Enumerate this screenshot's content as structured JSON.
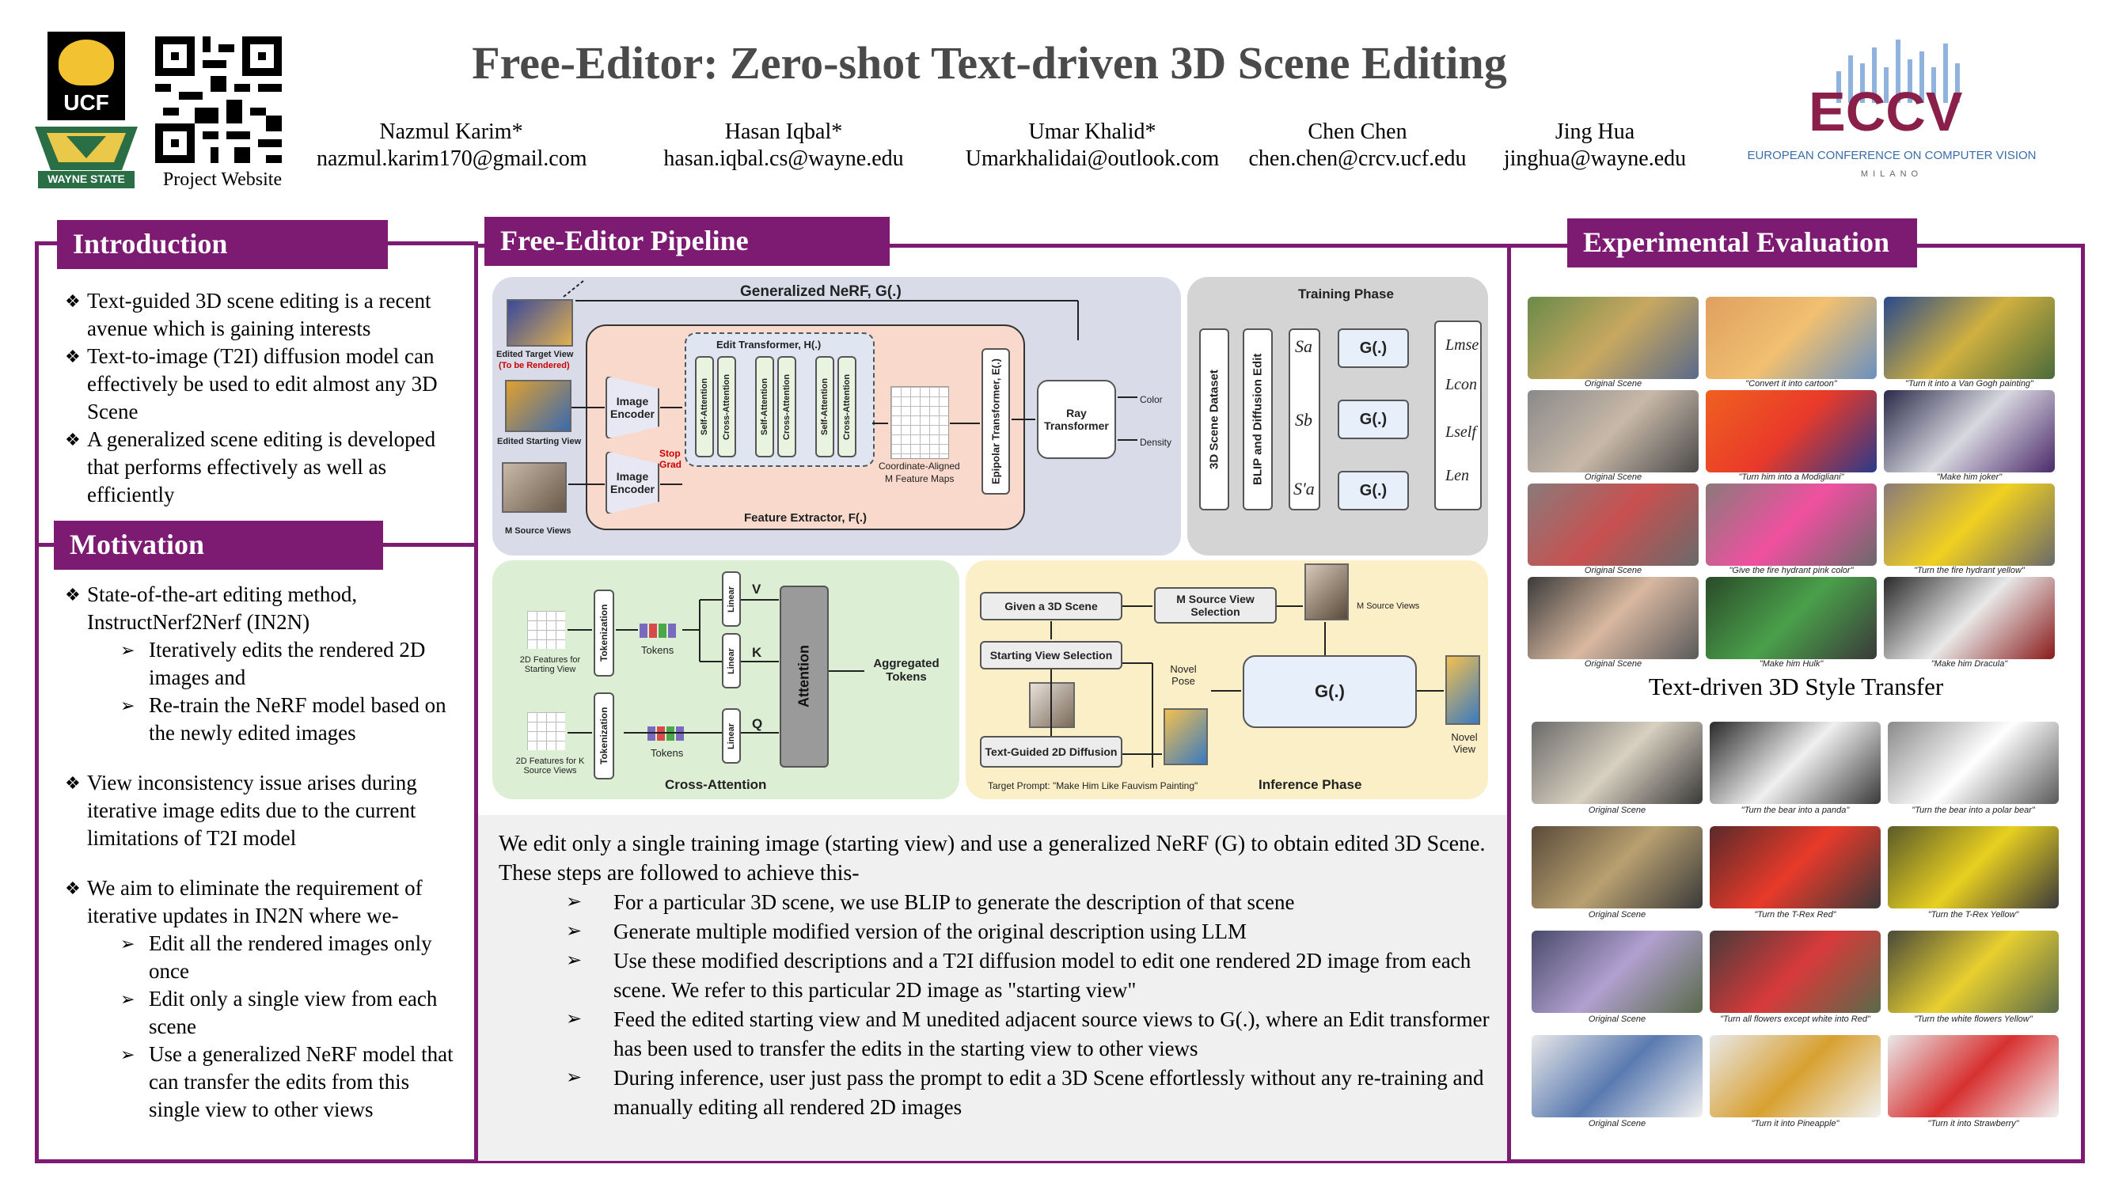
{
  "header": {
    "title": "Free-Editor: Zero-shot Text-driven 3D Scene Editing",
    "ucf_label": "UCF",
    "wayne_label": "WAYNE STATE",
    "qr_caption": "Project Website",
    "eccv_logo": "ECCV",
    "eccv_subtitle": "EUROPEAN CONFERENCE ON COMPUTER VISION",
    "eccv_city": "MILANO",
    "authors": [
      {
        "name": "Nazmul Karim*",
        "email": "nazmul.karim170@gmail.com"
      },
      {
        "name": "Hasan Iqbal*",
        "email": "hasan.iqbal.cs@wayne.edu"
      },
      {
        "name": "Umar Khalid*",
        "email": "Umarkhalidai@outlook.com"
      },
      {
        "name": "Chen Chen",
        "email": "chen.chen@crcv.ucf.edu"
      },
      {
        "name": "Jing Hua",
        "email": "jinghua@wayne.edu"
      }
    ]
  },
  "introduction": {
    "title": "Introduction",
    "bullets": [
      "Text-guided 3D scene editing is a recent avenue which is gaining interests",
      "Text-to-image (T2I) diffusion model can effectively be used to edit almost any 3D Scene",
      "A generalized scene editing is developed that performs effectively as well as efficiently"
    ]
  },
  "motivation": {
    "title": "Motivation",
    "b1": "State-of-the-art editing method, InstructNerf2Nerf (IN2N)",
    "b1_sub": [
      "Iteratively edits the rendered 2D images and",
      "Re-train the NeRF model based on the newly edited images"
    ],
    "b2": "View inconsistency issue arises during iterative image edits due to the current limitations of T2I model",
    "b3": "We aim to eliminate the requirement of iterative updates in IN2N where we-",
    "b3_sub": [
      "Edit all the rendered images only once",
      "Edit only a single view from each scene",
      "Use a generalized NeRF model that can transfer the edits from this single view to other views"
    ]
  },
  "pipeline": {
    "title": "Free-Editor Pipeline",
    "gnerf": "Generalized NeRF, G(.)",
    "edited_target": "Edited Target View",
    "to_be_rendered": "(To be Rendered)",
    "edited_start": "Edited Starting View",
    "m_source": "M Source Views",
    "image_encoder": "Image Encoder",
    "stop_grad": "Stop Grad",
    "edit_transformer": "Edit Transformer, H(.)",
    "self_att": "Self-Attention",
    "cross_att": "Cross-Attention",
    "coord_maps": "Coordinate-Aligned",
    "m_feature_maps": "M Feature Maps",
    "feature_extractor": "Feature Extractor, F(.)",
    "epipolar": "Epipolar Transformer, E(.)",
    "ray_transformer": "Ray Transformer",
    "color": "Color",
    "density": "Density",
    "training_phase": "Training Phase",
    "dataset": "3D Scene Dataset",
    "blip": "BLIP and Diffusion Edit",
    "sa": "Sa",
    "sb": "Sb",
    "sa2": "S'a",
    "g": "G(.)",
    "losses": [
      "Lmse",
      "Lcon",
      "Lself",
      "Len"
    ],
    "feat_start": "2D Features for Starting View",
    "feat_k": "2D Features for K Source Views",
    "tokenization": "Tokenization",
    "tokens": "Tokens",
    "linear": "Linear",
    "v": "V",
    "k": "K",
    "q": "Q",
    "attention": "Attention",
    "aggregated": "Aggregated Tokens",
    "cross_attention": "Cross-Attention",
    "given_scene": "Given a 3D Scene",
    "m_source_sel": "M Source View Selection",
    "m_source_views": "M Source Views",
    "start_sel": "Starting View Selection",
    "novel_pose": "Novel Pose",
    "tg_diffusion": "Text-Guided 2D Diffusion",
    "novel_view": "Novel View",
    "target_prompt": "Target Prompt: \"Make Him Like Fauvism Painting\"",
    "inference": "Inference Phase",
    "desc": "We edit only a single training image (starting view) and use a generalized NeRF (G) to obtain edited 3D Scene. These steps are followed to achieve this-",
    "steps": [
      "For a particular 3D scene, we use BLIP to generate the description of that scene",
      "Generate multiple modified version of the original description using LLM",
      "Use these modified descriptions and a T2I diffusion model to edit one rendered 2D image from each scene. We refer to this particular 2D image as \"starting view\"",
      "Feed the edited starting view and M unedited adjacent source views to G(.), where an Edit transformer has been used to transfer the edits in the starting view to other views",
      "During inference, user just pass the prompt to edit a 3D Scene effortlessly without any re-training and manually editing all rendered 2D images"
    ]
  },
  "experimental": {
    "title": "Experimental Evaluation",
    "style_transfer": "Text-driven 3D Style Transfer",
    "rows_top": [
      [
        "Original Scene",
        "\"Convert it into cartoon\"",
        "\"Turn it into a Van Gogh painting\""
      ],
      [
        "Original Scene",
        "\"Turn him into a Modigliani\"",
        "\"Make him joker\""
      ],
      [
        "Original Scene",
        "\"Give the fire hydrant pink color\"",
        "\"Turn the fire hydrant yellow\""
      ],
      [
        "Original Scene",
        "\"Make him Hulk\"",
        "\"Make him Dracula\""
      ]
    ],
    "rows_bottom": [
      [
        "Original Scene",
        "\"Turn the bear into a panda\"",
        "\"Turn the bear into a polar bear\""
      ],
      [
        "Original Scene",
        "\"Turn the T-Rex Red\"",
        "\"Turn the T-Rex Yellow\""
      ],
      [
        "Original Scene",
        "\"Turn all flowers except white into Red\"",
        "\"Turn the white flowers Yellow\""
      ],
      [
        "Original Scene",
        "\"Turn it into Pineapple\"",
        "\"Turn it into Strawberry\""
      ]
    ]
  },
  "colors": {
    "accent": "#7d1a72",
    "gnerf_bg": "#d9dce8",
    "training_bg": "#d4d4d4",
    "cross_bg": "#dcefd5",
    "infer_bg": "#fbefc8"
  }
}
